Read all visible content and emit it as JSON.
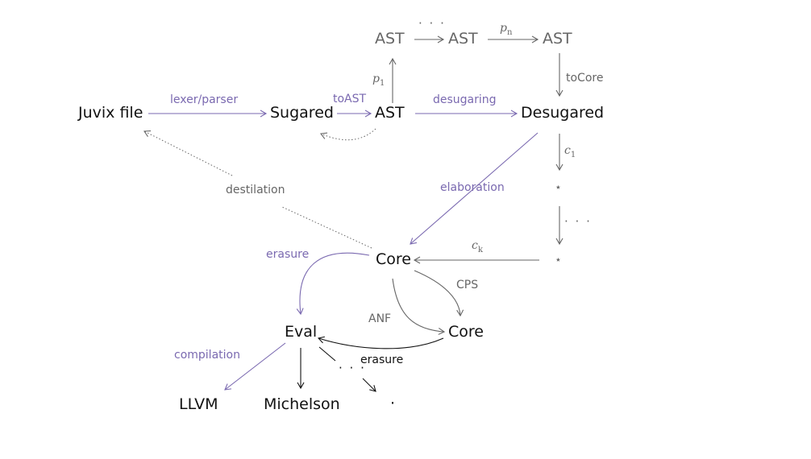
{
  "colors": {
    "purple": "#7a69b0",
    "gray": "#666666",
    "black": "#111111"
  },
  "nodes": {
    "juvix_file": "Juvix file",
    "sugared": "Sugared",
    "ast_main": "AST",
    "ast_top_1": "AST",
    "ast_top_2": "AST",
    "ast_top_3": "AST",
    "desugared": "Desugared",
    "star_1": "⋆",
    "star_2": "⋆",
    "core_main": "Core",
    "core_anf": "Core",
    "eval": "Eval",
    "llvm": "LLVM",
    "michelson": "Michelson",
    "dot_target": "·"
  },
  "edges": {
    "lexer_parser": "lexer/parser",
    "to_ast": "toAST",
    "desugaring": "desugaring",
    "to_core": "toCore",
    "elaboration": "elaboration",
    "destilation": "destilation",
    "erasure_core": "erasure",
    "cps": "CPS",
    "anf": "ANF",
    "compilation": "compilation",
    "erasure_eval": "erasure",
    "ellipsis_top": "· · ·",
    "ellipsis_right": "· · ·",
    "ellipsis_bottom": "· · ·"
  },
  "math": {
    "p1": {
      "base": "p",
      "sub": "1"
    },
    "pn": {
      "base": "p",
      "sub": "n"
    },
    "c1": {
      "base": "c",
      "sub": "1"
    },
    "ck": {
      "base": "c",
      "sub": "k"
    }
  }
}
